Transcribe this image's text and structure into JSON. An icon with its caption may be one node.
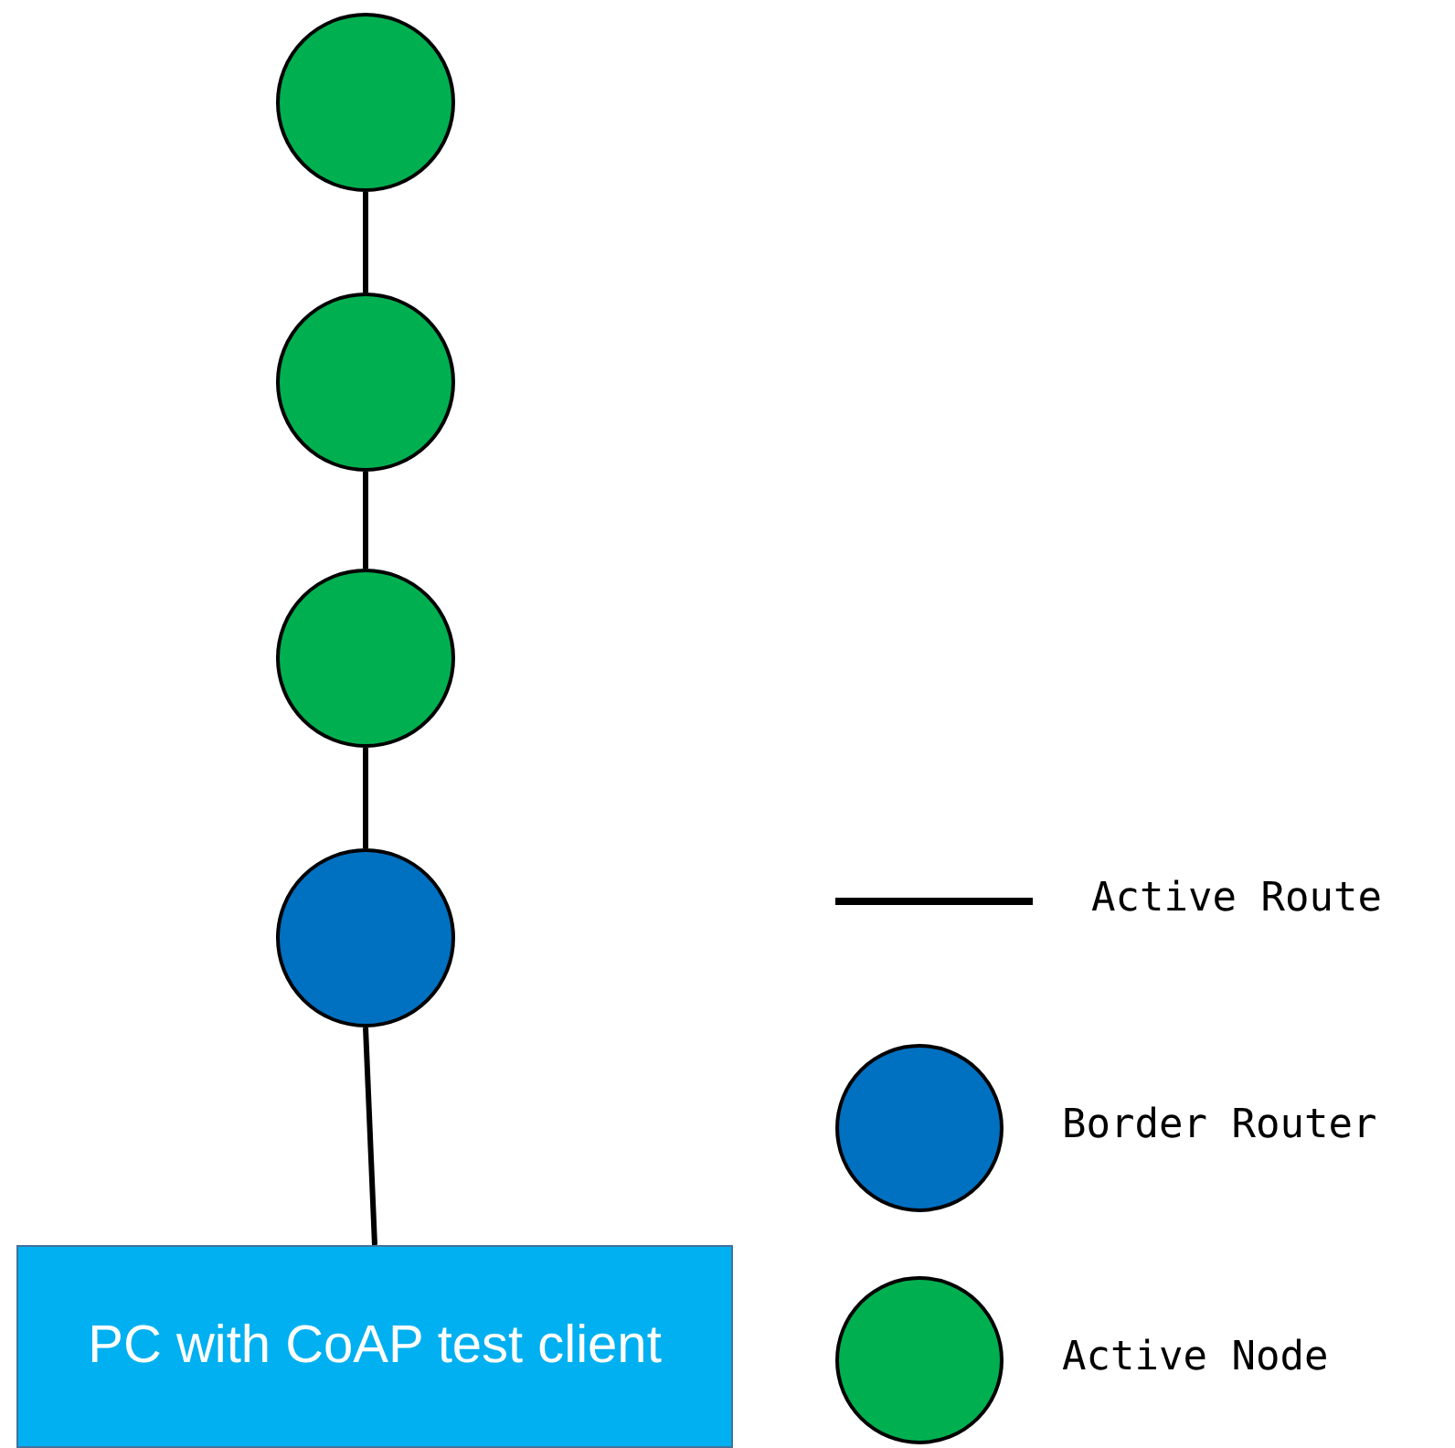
{
  "diagram": {
    "nodes": [
      {
        "text": [],
        "shape": "circle"
      },
      {
        "text": [],
        "shape": "circle"
      },
      {
        "text": [],
        "shape": "circle"
      },
      {
        "text": [],
        "shape": "circle"
      },
      {
        "text": [
          "PC with CoAP test client"
        ]
      }
    ],
    "edges": [
      {
        "from": 0,
        "to": 1,
        "arrow": "none"
      },
      {
        "from": 1,
        "to": 2,
        "arrow": "none"
      },
      {
        "from": 2,
        "to": 3,
        "arrow": "none"
      },
      {
        "from": 3,
        "to": 4,
        "arrow": "none"
      }
    ],
    "legend": [
      {
        "text": "Active Route"
      },
      {
        "text": "Border Router",
        "color": "#0070c0"
      },
      {
        "text": "Active Node",
        "color": "#00b050"
      }
    ]
  }
}
